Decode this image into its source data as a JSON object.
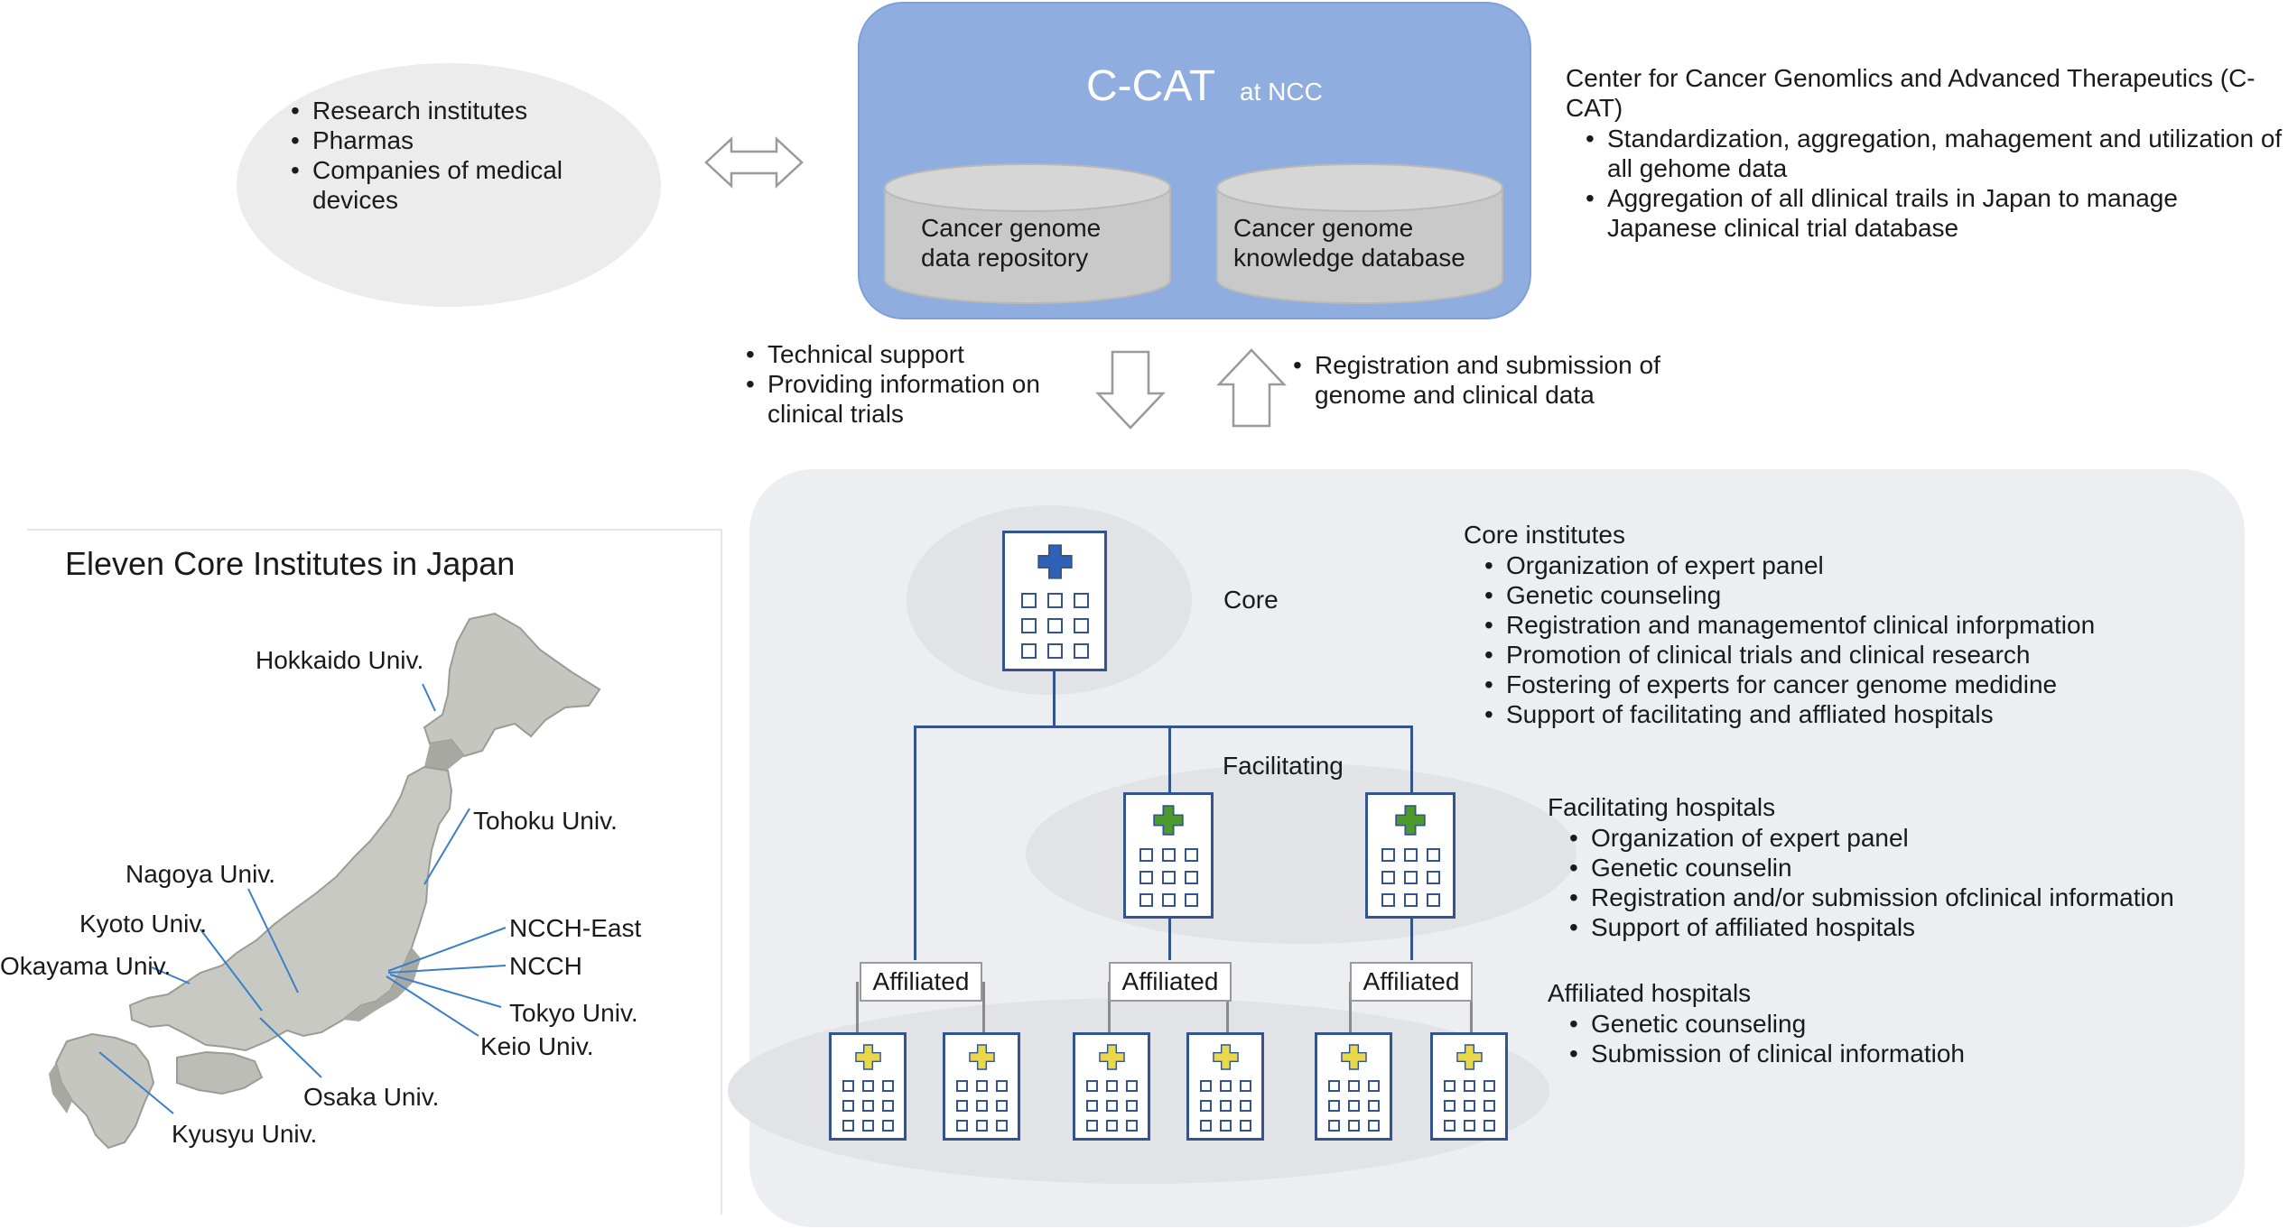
{
  "partners": {
    "items": [
      "Research institutes",
      "Pharmas",
      "Companies of medical devices"
    ]
  },
  "ccat_box": {
    "title": "C-CAT",
    "subtitle": "at NCC",
    "db1": "Cancer genome data repository",
    "db2": "Cancer genome knowledge database"
  },
  "ccat_desc": {
    "title": "Center for Cancer Genomlics and Advanced Therapeutics (C-CAT)",
    "items": [
      "Standardization, aggregation, mahagement and utilization of all gehome data",
      "Aggregation of all dlinical trails in Japan to manage Japanese clinical trial database"
    ]
  },
  "flow": {
    "down_items": [
      "Technical support",
      "Providing information on clinical trials"
    ],
    "up_items": [
      "Registration and submission of genome and clinical data"
    ]
  },
  "map": {
    "title": "Eleven Core Institutes in Japan",
    "labels": {
      "hokkaido": "Hokkaido Univ.",
      "tohoku": "Tohoku Univ.",
      "nagoya": "Nagoya Univ.",
      "kyoto": "Kyoto Univ.",
      "okayama": "Okayama Univ.",
      "ncch_east": "NCCH-East",
      "ncch": "NCCH",
      "tokyo": "Tokyo Univ.",
      "keio": "Keio Univ.",
      "osaka": "Osaka Univ.",
      "kyusyu": "Kyusyu Univ."
    }
  },
  "hierarchy": {
    "core_label": "Core",
    "facilitating_label": "Facilitating",
    "affiliated_label": "Affiliated",
    "colors": {
      "core_cross": "#2e62b8",
      "facilitating_cross": "#4d9a2c",
      "affiliated_cross": "#e8d84a",
      "building": "#34548f"
    }
  },
  "core_desc": {
    "title": "Core institutes",
    "items": [
      "Organization of expert panel",
      "Genetic counseling",
      "Registration and managementof clinical inforpmation",
      "Promotion of clinical trials and clinical research",
      "Fostering of experts for cancer genome medidine",
      "Support of facilitating and affliated hospitals"
    ]
  },
  "fac_desc": {
    "title": "Facilitating hospitals",
    "items": [
      "Organization of expert panel",
      "Genetic counselin",
      "Registration and/or submission ofclinical information",
      "Support of affiliated hospitals"
    ]
  },
  "aff_desc": {
    "title": "Affiliated hospitals",
    "items": [
      "Genetic counseling",
      "Submission of clinical informatioh"
    ]
  }
}
